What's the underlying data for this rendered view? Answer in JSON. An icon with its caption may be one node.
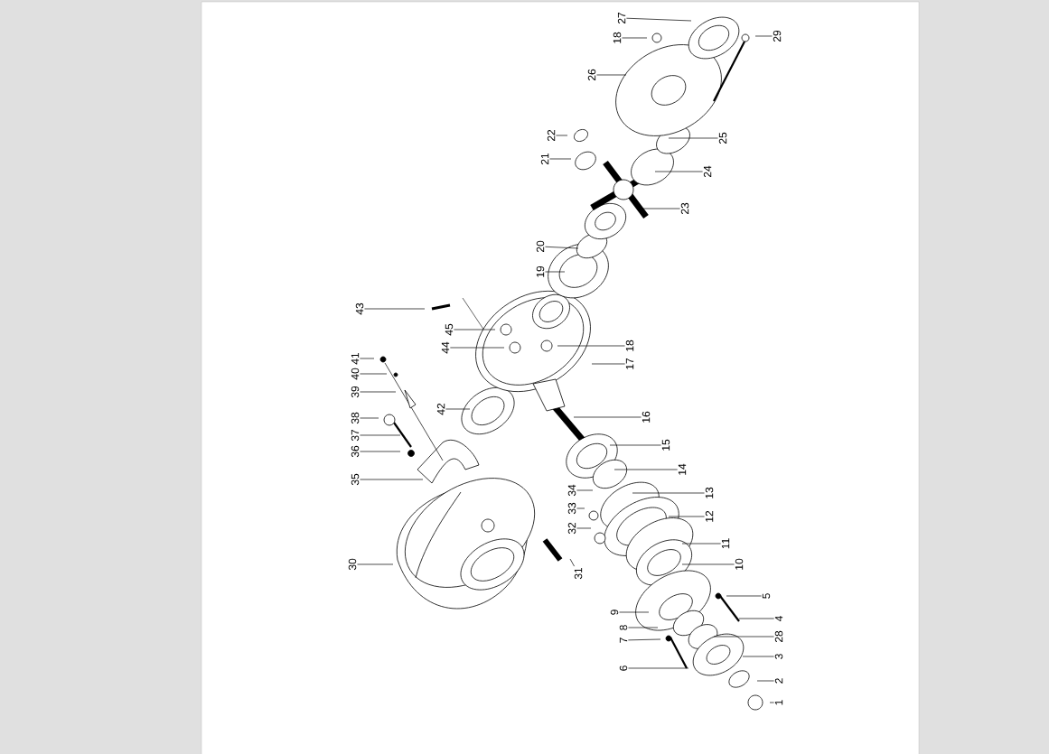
{
  "diagram": {
    "nodes": [
      {
        "text": [
          "27"
        ]
      },
      {
        "text": [
          "18"
        ]
      },
      {
        "text": [
          "29"
        ]
      },
      {
        "text": [
          "26"
        ]
      },
      {
        "text": [
          "22"
        ]
      },
      {
        "text": [
          "21"
        ]
      },
      {
        "text": [
          "25"
        ]
      },
      {
        "text": [
          "24"
        ]
      },
      {
        "text": [
          "23"
        ]
      },
      {
        "text": [
          "20"
        ]
      },
      {
        "text": [
          "19"
        ]
      },
      {
        "text": [
          "43"
        ]
      },
      {
        "text": [
          "45"
        ]
      },
      {
        "text": [
          "44"
        ]
      },
      {
        "text": [
          "18"
        ]
      },
      {
        "text": [
          "17"
        ]
      },
      {
        "text": [
          "41"
        ]
      },
      {
        "text": [
          "40"
        ]
      },
      {
        "text": [
          "39"
        ]
      },
      {
        "text": [
          "42"
        ]
      },
      {
        "text": [
          "16"
        ]
      },
      {
        "text": [
          "38"
        ]
      },
      {
        "text": [
          "37"
        ]
      },
      {
        "text": [
          "36"
        ]
      },
      {
        "text": [
          "15"
        ]
      },
      {
        "text": [
          "14"
        ]
      },
      {
        "text": [
          "35"
        ]
      },
      {
        "text": [
          "34"
        ]
      },
      {
        "text": [
          "33"
        ]
      },
      {
        "text": [
          "32"
        ]
      },
      {
        "text": [
          "13"
        ]
      },
      {
        "text": [
          "12"
        ]
      },
      {
        "text": [
          "11"
        ]
      },
      {
        "text": [
          "10"
        ]
      },
      {
        "text": [
          "31"
        ]
      },
      {
        "text": [
          "30"
        ]
      },
      {
        "text": [
          "5"
        ]
      },
      {
        "text": [
          "9"
        ]
      },
      {
        "text": [
          "4"
        ]
      },
      {
        "text": [
          "8"
        ]
      },
      {
        "text": [
          "7"
        ]
      },
      {
        "text": [
          "28"
        ]
      },
      {
        "text": [
          "3"
        ]
      },
      {
        "text": [
          "6"
        ]
      },
      {
        "text": [
          "2"
        ]
      },
      {
        "text": [
          "1"
        ]
      }
    ],
    "edges": [
      {
        "from": 0,
        "to": null,
        "arrow": "none"
      },
      {
        "from": 1,
        "to": null,
        "arrow": "none"
      },
      {
        "from": 2,
        "to": null,
        "arrow": "none"
      },
      {
        "from": 3,
        "to": null,
        "arrow": "none"
      },
      {
        "from": 4,
        "to": null,
        "arrow": "none"
      },
      {
        "from": 5,
        "to": null,
        "arrow": "none"
      },
      {
        "from": 6,
        "to": null,
        "arrow": "none"
      },
      {
        "from": 7,
        "to": null,
        "arrow": "none"
      },
      {
        "from": 8,
        "to": null,
        "arrow": "none"
      },
      {
        "from": 9,
        "to": null,
        "arrow": "none"
      },
      {
        "from": 10,
        "to": null,
        "arrow": "none"
      },
      {
        "from": 11,
        "to": null,
        "arrow": "none"
      },
      {
        "from": 12,
        "to": null,
        "arrow": "none"
      },
      {
        "from": 13,
        "to": null,
        "arrow": "none"
      },
      {
        "from": 14,
        "to": null,
        "arrow": "none"
      },
      {
        "from": 15,
        "to": null,
        "arrow": "none"
      },
      {
        "from": 16,
        "to": null,
        "arrow": "none"
      },
      {
        "from": 17,
        "to": null,
        "arrow": "none"
      },
      {
        "from": 18,
        "to": null,
        "arrow": "none"
      },
      {
        "from": 19,
        "to": null,
        "arrow": "none"
      },
      {
        "from": 20,
        "to": null,
        "arrow": "none"
      },
      {
        "from": 21,
        "to": null,
        "arrow": "none"
      },
      {
        "from": 22,
        "to": null,
        "arrow": "none"
      },
      {
        "from": 23,
        "to": null,
        "arrow": "none"
      },
      {
        "from": 24,
        "to": null,
        "arrow": "none"
      },
      {
        "from": 25,
        "to": null,
        "arrow": "none"
      },
      {
        "from": 26,
        "to": null,
        "arrow": "none"
      },
      {
        "from": 27,
        "to": null,
        "arrow": "none"
      },
      {
        "from": 28,
        "to": null,
        "arrow": "none"
      },
      {
        "from": 29,
        "to": null,
        "arrow": "none"
      },
      {
        "from": 30,
        "to": null,
        "arrow": "none"
      },
      {
        "from": 31,
        "to": null,
        "arrow": "none"
      },
      {
        "from": 32,
        "to": null,
        "arrow": "none"
      },
      {
        "from": 33,
        "to": null,
        "arrow": "none"
      },
      {
        "from": 34,
        "to": null,
        "arrow": "none"
      },
      {
        "from": 35,
        "to": null,
        "arrow": "none"
      },
      {
        "from": 36,
        "to": null,
        "arrow": "none"
      },
      {
        "from": 37,
        "to": null,
        "arrow": "none"
      },
      {
        "from": 38,
        "to": null,
        "arrow": "none"
      },
      {
        "from": 39,
        "to": null,
        "arrow": "none"
      },
      {
        "from": 40,
        "to": null,
        "arrow": "none"
      },
      {
        "from": 41,
        "to": null,
        "arrow": "none"
      },
      {
        "from": 42,
        "to": null,
        "arrow": "none"
      },
      {
        "from": 43,
        "to": null,
        "arrow": "none"
      },
      {
        "from": 44,
        "to": null,
        "arrow": "none"
      },
      {
        "from": 45,
        "to": null,
        "arrow": "none"
      }
    ]
  }
}
